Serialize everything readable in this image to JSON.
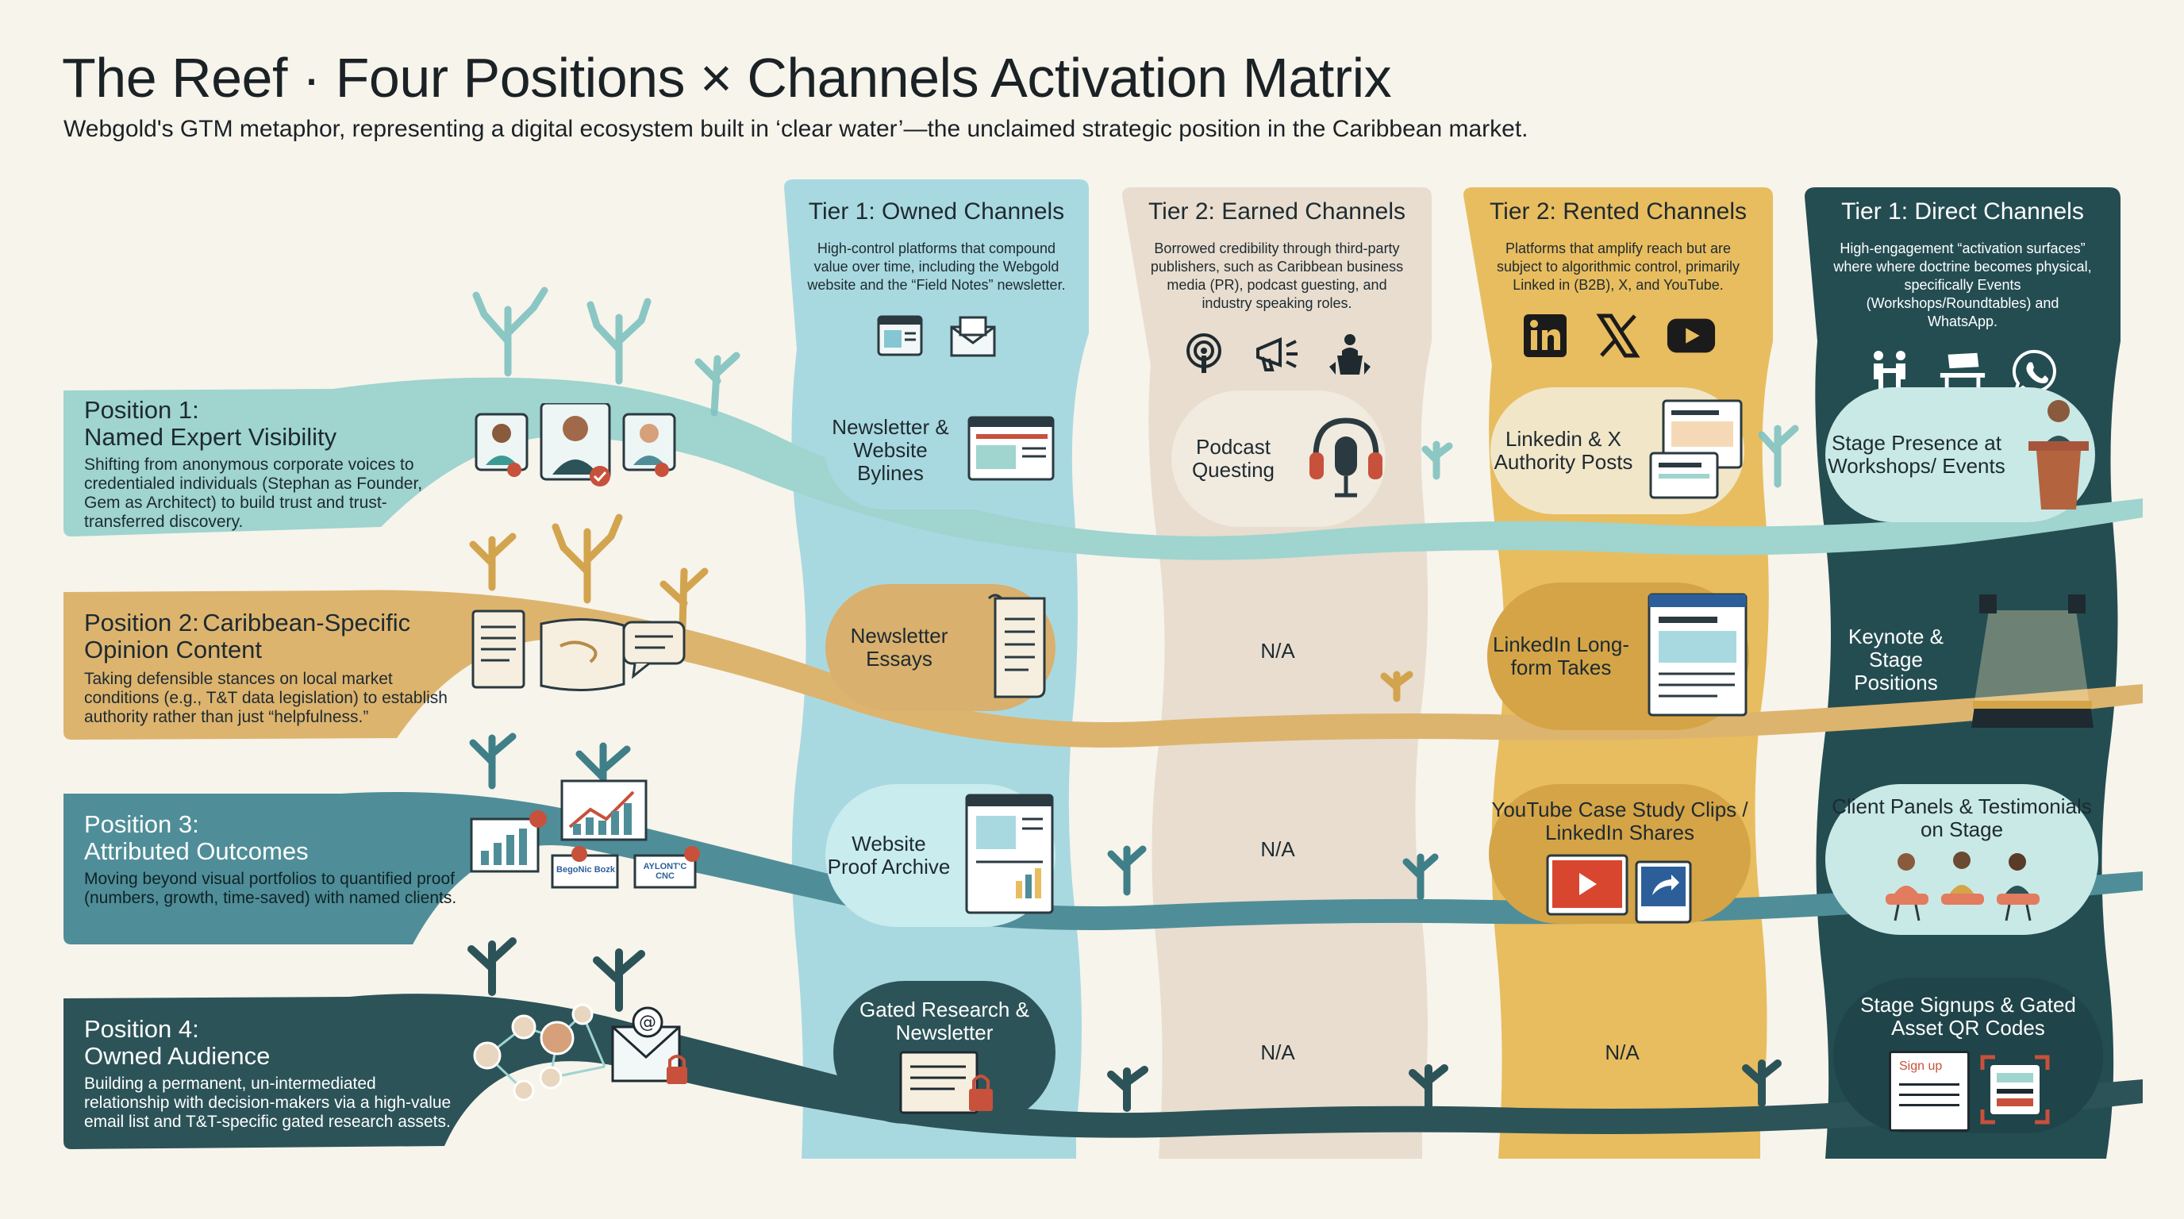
{
  "header": {
    "title": "The Reef · Four Positions × Channels Activation Matrix",
    "subtitle": "Webgold's GTM metaphor, representing a digital ecosystem built in ‘clear water’—the unclaimed strategic position in the Caribbean market."
  },
  "colors": {
    "owned": "#a9d9e0",
    "earned": "#e8ddcf",
    "rented": "#e8bd5f",
    "direct": "#244d52",
    "position1": "#9fd4cf",
    "position2": "#ddb46e",
    "position3": "#4f8e98",
    "position4": "#2c5358"
  },
  "columns": [
    {
      "title": "Tier 1: Owned Channels",
      "description": "High-control platforms that compound value over time, including the Webgold website and the “Field Notes” newsletter.",
      "icons": [
        "browser-window-icon",
        "envelope-icon"
      ]
    },
    {
      "title": "Tier 2: Earned Channels",
      "description": "Borrowed credibility through third-party publishers, such as Caribbean business media (PR), podcast guesting, and industry speaking roles.",
      "icons": [
        "podcast-icon",
        "megaphone-icon",
        "speaker-podium-icon"
      ]
    },
    {
      "title": "Tier 2: Rented Channels",
      "description": "Platforms that amplify reach but are subject to algorithmic control, primarily Linked in (B2B), X, and YouTube.",
      "icons": [
        "linkedin-icon",
        "x-icon",
        "youtube-icon"
      ]
    },
    {
      "title": "Tier 1: Direct Channels",
      "description": "High-engagement “activation surfaces” where where doctrine becomes physical, specifically Events (Workshops/Roundtables) and WhatsApp.",
      "icons": [
        "handshake-icon",
        "workshop-table-icon",
        "whatsapp-icon"
      ]
    }
  ],
  "positions": [
    {
      "number": "Position 1:",
      "name": "Named Expert Visibility",
      "description": "Shifting from anonymous corporate voices to credentialed individuals (Stephan as Founder, Gem as Architect) to build trust and trust-transferred discovery.",
      "cells": [
        "Newsletter & Website Bylines",
        "Podcast Questing",
        "Linkedin & X Authority Posts",
        "Stage Presence at Workshops/ Events"
      ]
    },
    {
      "number": "Position 2:",
      "name": "Caribbean-Specific Opinion Content",
      "description": "Taking defensible stances on local market conditions (e.g., T&T data legislation) to establish authority rather than just “helpfulness.”",
      "cells": [
        "Newsletter Essays",
        "N/A",
        "LinkedIn Long-form Takes",
        "Keynote & Stage Positions"
      ]
    },
    {
      "number": "Position 3:",
      "name": "Attributed Outcomes",
      "description": "Moving beyond visual portfolios to quantified proof (numbers, growth, time-saved) with named clients.",
      "cells": [
        "Website Proof Archive",
        "N/A",
        "YouTube Case Study Clips / LinkedIn Shares",
        "Client Panels & Testimonials on Stage"
      ],
      "logos": [
        "BegoNic Bozk",
        "AYLONT'C CNC"
      ]
    },
    {
      "number": "Position 4:",
      "name": "Owned Audience",
      "description": "Building a permanent, un-intermediated relationship with decision-makers via a high-value email list and T&T-specific gated research assets.",
      "cells": [
        "Gated Research & Newsletter",
        "N/A",
        "N/A",
        "Stage Signups & Gated Asset QR Codes"
      ],
      "signup_label": "Sign up"
    }
  ]
}
